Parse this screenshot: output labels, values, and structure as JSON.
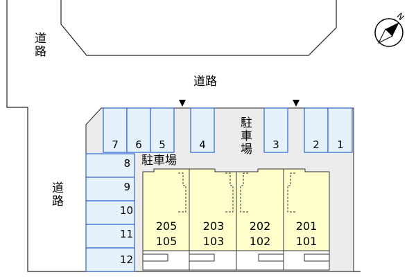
{
  "roads": {
    "top": "道路",
    "left_upper": "道路",
    "left_lower": "道路"
  },
  "parking": {
    "center_label": "駐車場",
    "left_label": "駐車場",
    "top_slots": [
      "7",
      "6",
      "5",
      "4",
      "3",
      "2",
      "1"
    ],
    "left_slots": [
      "8",
      "9",
      "10",
      "11",
      "12"
    ]
  },
  "units": [
    {
      "upper": "205",
      "lower": "105"
    },
    {
      "upper": "203",
      "lower": "103"
    },
    {
      "upper": "202",
      "lower": "102"
    },
    {
      "upper": "201",
      "lower": "101"
    }
  ],
  "compass": {
    "north": "N",
    "icon": "compass-north-icon"
  },
  "colors": {
    "slot_fill": "#e6f2fb",
    "slot_stroke": "#3b6fd1",
    "lot_fill": "#ececec",
    "building_fill": "#ffffcc",
    "line": "#222222"
  }
}
